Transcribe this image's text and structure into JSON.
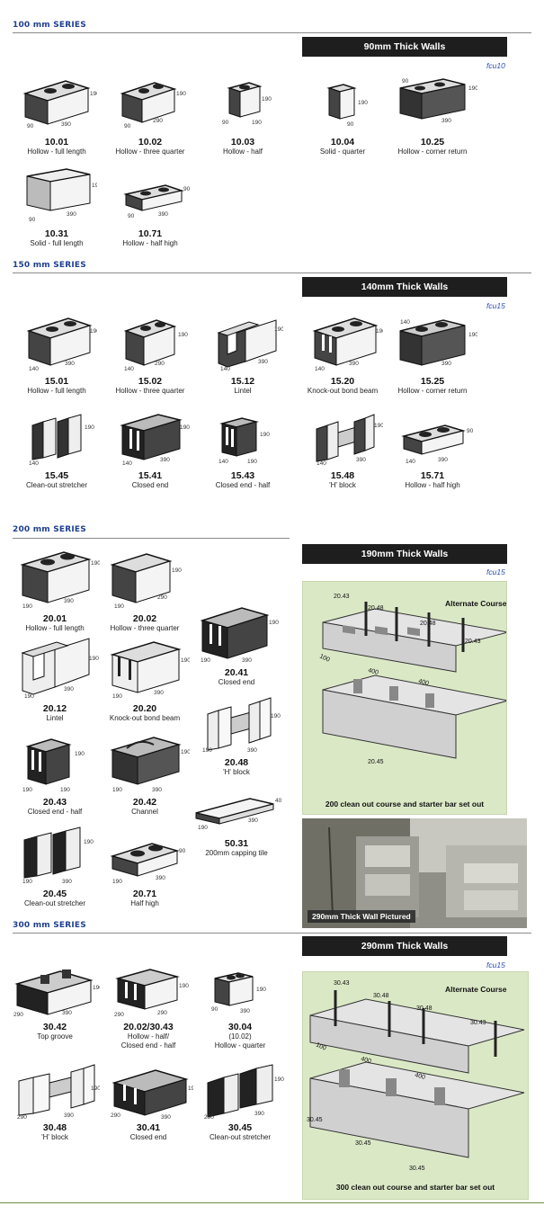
{
  "colors": {
    "series_heading": "#1f3f8f",
    "banner_bg": "#1e1e1e",
    "diagram_bg": "#dbe8c6",
    "fcu": "#2a4fb0"
  },
  "series_100": {
    "title": "100 mm SERIES",
    "banner": "90mm Thick Walls",
    "fcu": "fcu10",
    "items": [
      {
        "code": "10.01",
        "desc": "Hollow - full length",
        "d1": "190",
        "d2": "390",
        "d3": "90"
      },
      {
        "code": "10.02",
        "desc": "Hollow - three quarter",
        "d1": "190",
        "d2": "290",
        "d3": "90"
      },
      {
        "code": "10.03",
        "desc": "Hollow - half",
        "d1": "190",
        "d2": "190",
        "d3": "90"
      },
      {
        "code": "10.04",
        "desc": "Solid - quarter",
        "d1": "190",
        "d2": "90",
        "d3": ""
      },
      {
        "code": "10.25",
        "desc": "Hollow - corner return",
        "d1": "190",
        "d2": "390",
        "d3": "90"
      },
      {
        "code": "10.31",
        "desc": "Solid - full length",
        "d1": "190",
        "d2": "390",
        "d3": "90"
      },
      {
        "code": "10.71",
        "desc": "Hollow - half high",
        "d1": "90",
        "d2": "390",
        "d3": "90"
      }
    ]
  },
  "series_150": {
    "title": "150 mm SERIES",
    "banner": "140mm Thick Walls",
    "fcu": "fcu15",
    "items": [
      {
        "code": "15.01",
        "desc": "Hollow - full length",
        "d1": "190",
        "d2": "390",
        "d3": "140"
      },
      {
        "code": "15.02",
        "desc": "Hollow - three quarter",
        "d1": "190",
        "d2": "290",
        "d3": "140"
      },
      {
        "code": "15.12",
        "desc": "Lintel",
        "d1": "190",
        "d2": "390",
        "d3": "140"
      },
      {
        "code": "15.20",
        "desc": "Knock-out bond beam",
        "d1": "190",
        "d2": "390",
        "d3": "140"
      },
      {
        "code": "15.25",
        "desc": "Hollow - corner return",
        "d1": "190",
        "d2": "390",
        "d3": "140"
      },
      {
        "code": "15.45",
        "desc": "Clean-out stretcher",
        "d1": "190",
        "d2": "",
        "d3": "140"
      },
      {
        "code": "15.41",
        "desc": "Closed end",
        "d1": "190",
        "d2": "390",
        "d3": "140"
      },
      {
        "code": "15.43",
        "desc": "Closed end - half",
        "d1": "190",
        "d2": "190",
        "d3": "140"
      },
      {
        "code": "15.48",
        "desc": "'H' block",
        "d1": "190",
        "d2": "390",
        "d3": "140"
      },
      {
        "code": "15.71",
        "desc": "Hollow - half high",
        "d1": "90",
        "d2": "390",
        "d3": "140"
      }
    ]
  },
  "series_200": {
    "title": "200 mm SERIES",
    "banner": "190mm Thick Walls",
    "fcu": "fcu15",
    "items": [
      {
        "code": "20.01",
        "desc": "Hollow - full length",
        "d1": "190",
        "d2": "390",
        "d3": "190"
      },
      {
        "code": "20.02",
        "desc": "Hollow - three quarter",
        "d1": "190",
        "d2": "290",
        "d3": "190"
      },
      {
        "code": "20.41",
        "desc": "Closed end",
        "d1": "190",
        "d2": "390",
        "d3": "190"
      },
      {
        "code": "20.12",
        "desc": "Lintel",
        "d1": "190",
        "d2": "390",
        "d3": "190"
      },
      {
        "code": "20.20",
        "desc": "Knock-out bond beam",
        "d1": "190",
        "d2": "390",
        "d3": "190"
      },
      {
        "code": "20.48",
        "desc": "'H' block",
        "d1": "190",
        "d2": "390",
        "d3": "190"
      },
      {
        "code": "20.43",
        "desc": "Closed end - half",
        "d1": "190",
        "d2": "190",
        "d3": "190"
      },
      {
        "code": "20.42",
        "desc": "Channel",
        "d1": "190",
        "d2": "390",
        "d3": "190"
      },
      {
        "code": "50.31",
        "desc": "200mm capping tile",
        "d1": "40",
        "d2": "390",
        "d3": "190"
      },
      {
        "code": "20.45",
        "desc": "Clean-out stretcher",
        "d1": "190",
        "d2": "390",
        "d3": "190"
      },
      {
        "code": "20.71",
        "desc": "Half high",
        "d1": "90",
        "d2": "390",
        "d3": "190"
      }
    ],
    "diagram": {
      "course": "Alternate Course",
      "labels": [
        "20.43",
        "20.48",
        "20.48",
        "20.43",
        "100",
        "400",
        "400",
        "20.45"
      ],
      "caption": "200 clean out course and starter bar set out"
    },
    "photo_caption": "290mm Thick Wall Pictured"
  },
  "series_300": {
    "title": "300 mm SERIES",
    "banner": "290mm Thick Walls",
    "fcu": "fcu15",
    "items": [
      {
        "code": "30.42",
        "desc": "Top groove",
        "d1": "190",
        "d2": "390",
        "d3": "290"
      },
      {
        "code": "20.02/30.43",
        "desc": "Hollow - half/\nClosed end - half",
        "d1": "190",
        "d2": "290",
        "d3": "290"
      },
      {
        "code": "30.04",
        "desc": "(10.02)\nHollow - quarter",
        "d1": "190",
        "d2": "390",
        "d3": "90"
      },
      {
        "code": "30.48",
        "desc": "'H' block",
        "d1": "190",
        "d2": "390",
        "d3": "290"
      },
      {
        "code": "30.41",
        "desc": "Closed end",
        "d1": "190",
        "d2": "390",
        "d3": "290"
      },
      {
        "code": "30.45",
        "desc": "Clean-out stretcher",
        "d1": "190",
        "d2": "390",
        "d3": "290"
      }
    ],
    "diagram": {
      "course": "Alternate Course",
      "labels": [
        "30.43",
        "30.48",
        "30.48",
        "30.43",
        "100",
        "400",
        "400",
        "30.45",
        "30.45",
        "30.45"
      ],
      "caption": "300 clean out course and starter bar set out"
    }
  }
}
